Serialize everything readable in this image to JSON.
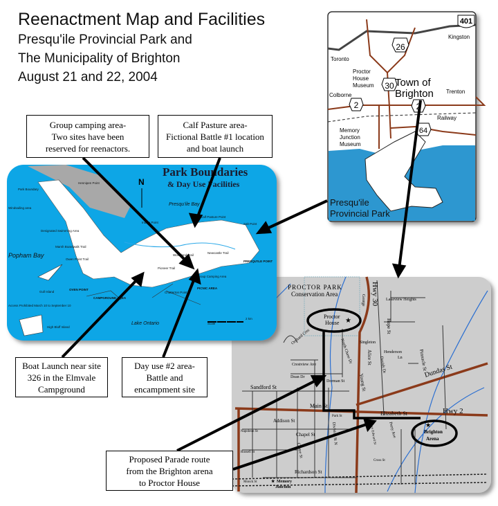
{
  "title": {
    "line1": "Reenactment Map and Facilities",
    "line2": "Presqu'ile Provincial Park and",
    "line3": "The Municipality of Brighton",
    "line4": "August 21 and 22, 2004"
  },
  "callouts": {
    "group_camping": [
      "Group camping area-",
      "Two sites have been",
      "reserved for reenactors."
    ],
    "calf_pasture": [
      "Calf Pasture area-",
      "Fictional Battle #1 location",
      "and boat launch"
    ],
    "boat_launch": [
      "Boat Launch near site",
      "326 in the Elmvale",
      "Campground"
    ],
    "day_use": [
      "Day use #2 area-",
      "Battle and",
      "encampment site"
    ],
    "parade": [
      "Proposed Parade route",
      "from the Brighton arena",
      "to Proctor House"
    ]
  },
  "park_map": {
    "title": "Park Boundaries",
    "subtitle": "& Day Use Facilities",
    "north": "N",
    "labels": {
      "hennipen": "Hennipen Point",
      "park_boundary": "Park Boundary",
      "windsailing": "Windsailing area",
      "swimming": "Designated Swimming Area",
      "marsh": "Marsh Boardwalk Trail",
      "owen_trail": "Owen Point Trail",
      "popham": "Popham Bay",
      "presquile_bay": "Presqu'ile Bay",
      "indian_point": "Indian Point",
      "calf_pasture_point": "Calf Pasture Point",
      "salt_point": "Salt Point",
      "newcastle": "Newcastle Trail",
      "woodland": "Woodland Trail",
      "pioneer": "Pioneer Trail",
      "group_camping": "Group Camping Area",
      "presquile_point": "PRESQU'ILE POINT",
      "oven_point": "OVEN POINT",
      "campground": "CAMPGROUND AREA",
      "chatterton": "Chatterton Point",
      "picnic": "PICNIC AREA",
      "gull_island": "Gull Island",
      "access": "Access Prohibited March 10 to September 10",
      "high_bluff": "High Bluff Island",
      "lake_ontario": "Lake Ontario",
      "scale": "Scale",
      "scale_km": "2 km"
    }
  },
  "region_map": {
    "hwy401": "401",
    "hwy26": "26",
    "hwy30": "30",
    "hwy2": "2",
    "hwy64": "64",
    "kingston": "Kingston",
    "toronto": "Toronto",
    "proctor_museum": [
      "Proctor",
      "House",
      "Museum"
    ],
    "town": [
      "Town of",
      "Brighton"
    ],
    "colborne": "Colborne",
    "trenton": "Trenton",
    "railway": "Railway",
    "memory_museum": [
      "Memory",
      "Junction",
      "Museum"
    ],
    "park": [
      "Presqu'ile",
      "Provincial Park"
    ]
  },
  "town_map": {
    "proctor_park": "PROCTOR PARK",
    "conservation": "Conservation Area",
    "hwy30": "Hwy 30",
    "proctor_house": [
      "Proctor",
      "House"
    ],
    "lakeview": "Lakeview Heights",
    "hope": "Hope St",
    "george": "George",
    "singleton": "Singleton",
    "henderson": [
      "Henderson",
      "Ln"
    ],
    "orchard": "Orchard Cres",
    "north_chase": "North Chase Dr",
    "crestview": "Crestview Ave",
    "alice": "Alice St",
    "davids": "Davids Dr",
    "pinnacle": "Pinnacle St",
    "dundas": "Dundas St",
    "dean": "Dean Dr",
    "dorman": "Dorman St",
    "young": "Young St",
    "sandford": "Sandford St",
    "main": "Main St",
    "elizabeth": "Elizabeth St",
    "hwy2": "Hwy 2",
    "park_st": "Park St",
    "addison": "Addison St",
    "napoleon": "Napoleon St",
    "chapel": "Chapel St",
    "russell": "Russell St",
    "centre": "Centre St",
    "division": "Division St N",
    "prince_edward": "Prince Edward St",
    "perry": "Perry Ave",
    "cross": "Cross St",
    "richardson": "Richardson St",
    "monck": "Monck St",
    "memory": [
      "Memory",
      "Junction"
    ],
    "arena": [
      "Brighton",
      "Arena"
    ]
  },
  "colors": {
    "water_park": "#0aa6e6",
    "water_region": "#2d97d0",
    "road": "#8b3a1a",
    "town_bg": "#cdcdcd"
  }
}
